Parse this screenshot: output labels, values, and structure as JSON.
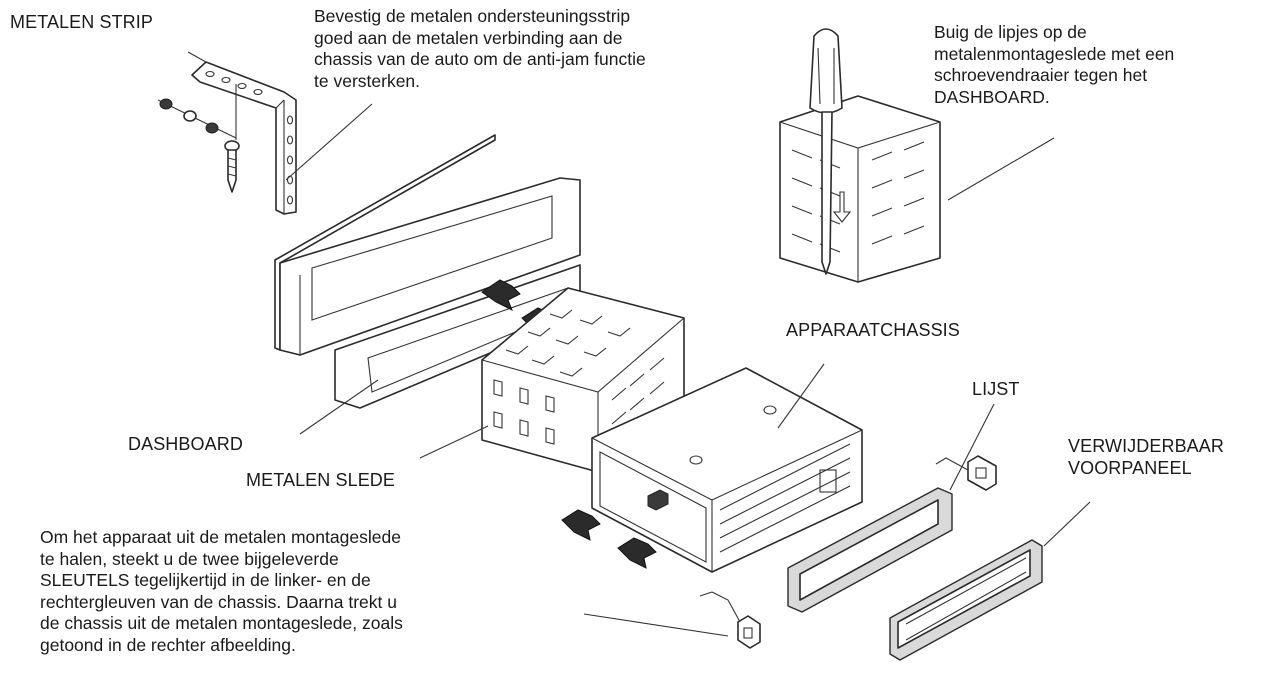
{
  "labels": {
    "metal_strip": "METALEN STRIP",
    "dashboard": "DASHBOARD",
    "metal_sleeve": "METALEN SLEDE",
    "unit_chassis": "APPARAATCHASSIS",
    "frame": "LIJST",
    "detachable_front_line1": "VERWIJDERBAAR",
    "detachable_front_line2": "VOORPANEEL"
  },
  "notes": {
    "strip_note": [
      "Bevestig de metalen ondersteuningsstrip",
      "goed aan de metalen verbinding aan de",
      "chassis van de auto om de anti-jam functie",
      "te versterken."
    ],
    "tabs_note": [
      "Buig de lipjes op de",
      "metalenmontageslede met een",
      "schroevendraaier tegen het",
      "DASHBOARD."
    ],
    "removal_note": [
      "Om het apparaat uit de metalen montageslede",
      "te halen, steekt u de twee bijgeleverde",
      "SLEUTELS tegelijkertijd in de linker- en de",
      "rechtergleuven van de chassis. Daarna trekt u",
      "de chassis uit de metalen montageslede, zoals",
      "getoond in de rechter afbeelding."
    ]
  },
  "icons": [
    "screwdriver-icon",
    "screw-icon",
    "key-icon",
    "direction-arrow-icon"
  ],
  "colors": {
    "line": "#333333",
    "arrow_fill": "#2b2b2b",
    "panel_fill": "#d9d9d9"
  }
}
